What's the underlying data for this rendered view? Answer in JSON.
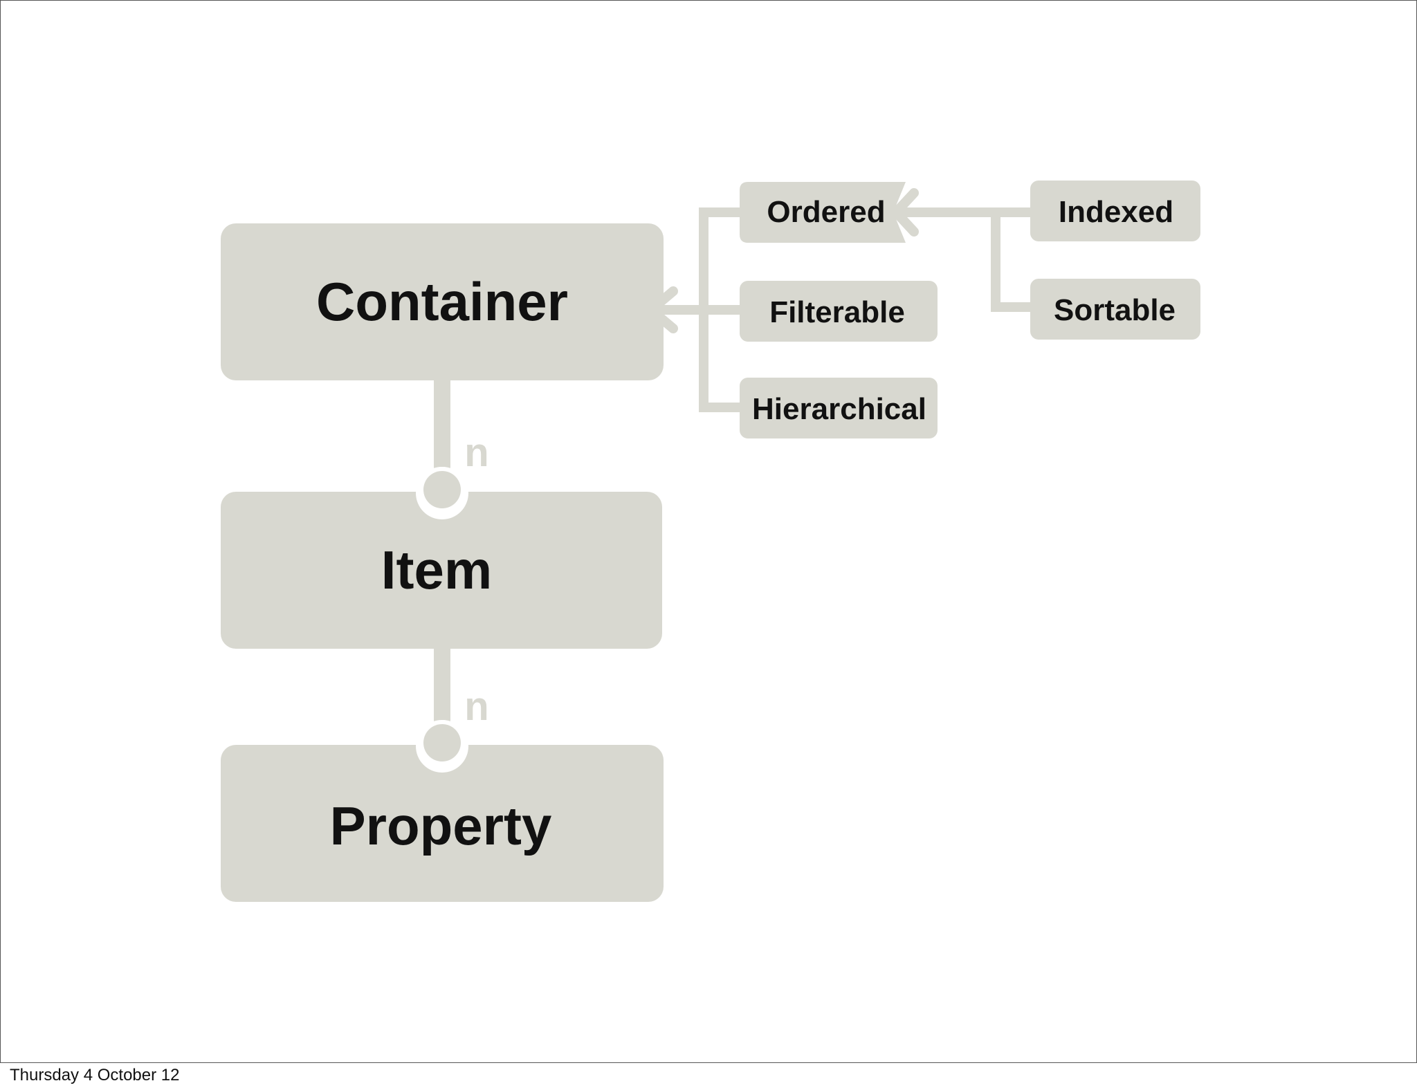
{
  "diagram": {
    "colors": {
      "box_fill": "#d8d8d0",
      "connector": "#d8d8d0",
      "text": "#111111",
      "background": "#ffffff"
    },
    "main_boxes": {
      "container": "Container",
      "item": "Item",
      "property": "Property"
    },
    "multiplicity": {
      "container_item": "n",
      "item_property": "n"
    },
    "sub_boxes": {
      "ordered": "Ordered",
      "filterable": "Filterable",
      "hierarchical": "Hierarchical",
      "indexed": "Indexed",
      "sortable": "Sortable"
    }
  },
  "footer": {
    "date": "Thursday 4 October 12"
  }
}
